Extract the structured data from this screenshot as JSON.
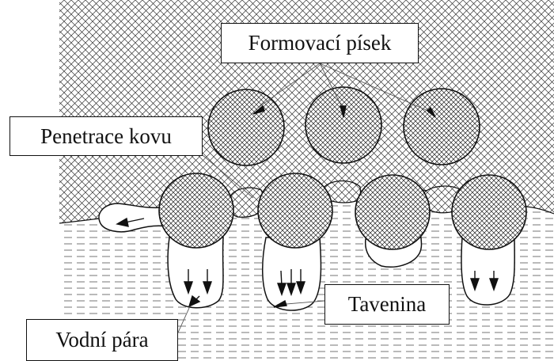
{
  "labels": {
    "molding_sand": "Formovací písek",
    "metal_penetration": "Penetrace kovu",
    "melt": "Tavenina",
    "water_vapor": "Vodní pára"
  },
  "colors": {
    "line": "#111111",
    "hatch": "#333333",
    "dash": "#666666",
    "background": "#ffffff"
  }
}
